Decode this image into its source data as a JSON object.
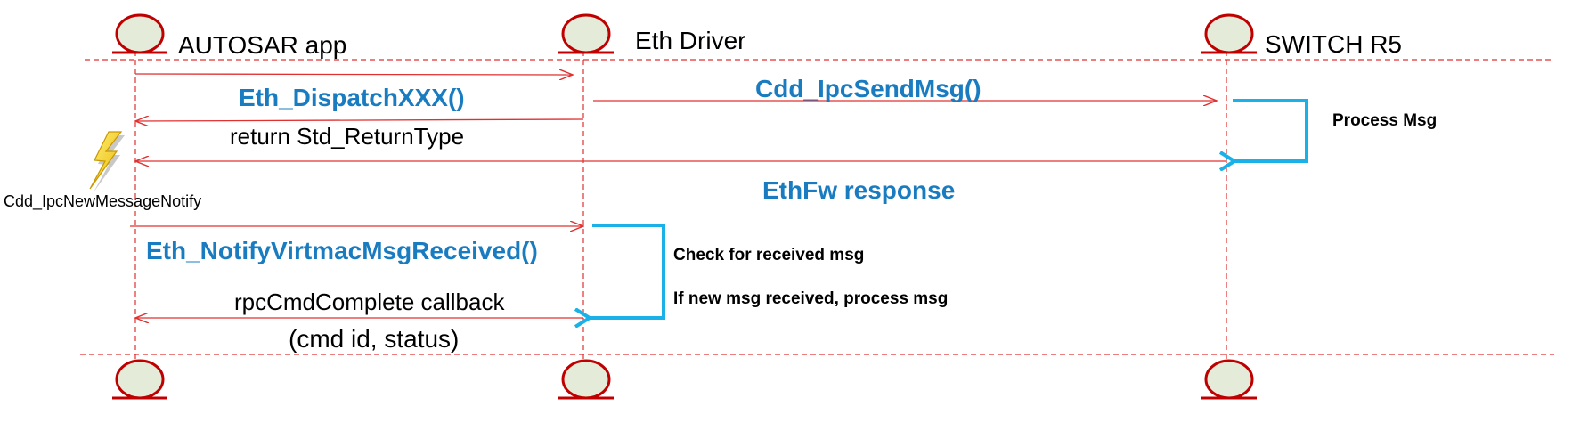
{
  "participants": [
    {
      "name": "AUTOSAR app"
    },
    {
      "name": "Eth Driver"
    },
    {
      "name": "SWITCH R5"
    }
  ],
  "messages": {
    "dispatch": "Eth_DispatchXXX()",
    "return_type": "return Std_ReturnType",
    "ipc_send": "Cdd_IpcSendMsg()",
    "ethfw_response": "EthFw response",
    "notify_virtmac": "Eth_NotifyVirtmacMsgReceived()",
    "rpc_callback": "rpcCmdComplete callback",
    "cmd_status": "(cmd id, status)"
  },
  "notes": {
    "process_msg": "Process Msg",
    "check_received": "Check for received msg",
    "process_new": "If new msg received, process msg"
  },
  "event": {
    "ipc_notify": "Cdd_IpcNewMessageNotify",
    "icon": "lightning-bolt-icon"
  },
  "colors": {
    "arrow": "#e03030",
    "actor_outline": "#c00000",
    "actor_fill": "#e4ecd9",
    "label_blue": "#1a7cc0",
    "self_call": "#1ab0e8"
  }
}
